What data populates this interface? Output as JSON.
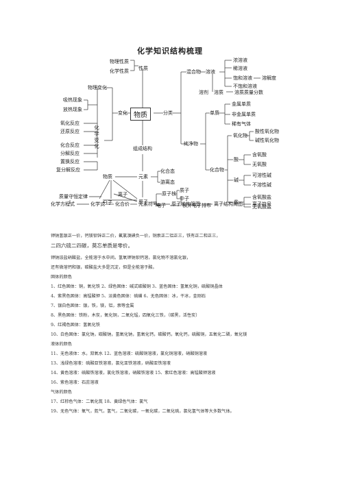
{
  "title": "化学知识结构梳理",
  "diagram": {
    "center": "物质",
    "left_top": [
      "物理性质",
      "化学性质"
    ],
    "property": "性质",
    "change_root": "物理变化",
    "phenomena": [
      "吸热现象",
      "放热现象"
    ],
    "change": "变化",
    "chem_change": "化学变化",
    "reactions": [
      "氧化反应",
      "还原反应",
      "化合反应",
      "分解反应",
      "置换反应",
      "复分解反应"
    ],
    "classify": "分类",
    "mixture": "混合物",
    "solution": "溶液",
    "solution_types": [
      "浓溶液",
      "稀溶液",
      "饱和溶液",
      "不饱和溶液"
    ],
    "solubility": "溶解度",
    "solvent": "溶剂",
    "solute": "溶质",
    "mass_fraction": "溶质质量分数",
    "element_subst": "单质",
    "elem_types": [
      "金属单质",
      "非金属单质",
      "稀有气体"
    ],
    "pure": "纯净物",
    "compound": "化合物",
    "oxide": "氧化物",
    "oxide_types": [
      "酸性氧化物",
      "碱性氧化物"
    ],
    "acid": "酸",
    "acid_types": [
      "含氧酸",
      "无氧酸"
    ],
    "base": "碱",
    "base_types": [
      "可溶性碱",
      "不溶性碱"
    ],
    "salt": "盐",
    "salt_types": [
      "含氧酸盐",
      "无氧酸盐"
    ],
    "structure": "组成结构",
    "element": "元素",
    "elem_states": [
      "化合态",
      "游离态"
    ],
    "substance": "物质",
    "ion": "离子",
    "molecule": "分子",
    "atom": "原子",
    "nucleus": "原子核",
    "nucleons": [
      "质子",
      "中子"
    ],
    "electron": "电子",
    "electron_arr": "核外电子排布",
    "law": "质量守恒定律",
    "bottom_row": [
      "化学方程式",
      "化学式",
      "化合价",
      "元素符号",
      "原子结构简图",
      "离子结构简图",
      "离子符号"
    ]
  },
  "paragraphs": [
    {
      "text": "钾钠氢银正一价，钙镁钡锌正二价，氟氯溴碘负一价，铜汞正二铝正三，铁有正二和正三，",
      "big": false
    },
    {
      "text": "二四六硫二四碳，莫忘单质是零价。",
      "big": true
    },
    {
      "text": "钾钠铵盐硝酸盐，全能溶于水中间。氢氧钾钠钡钙溶，氯化物不溶氯化银，",
      "big": false
    },
    {
      "text": "还有微溶钙和银，碳酸盐大多是沉淀，但是全能溶于酸。",
      "big": false
    },
    {
      "text": "固体的颜色",
      "big": false
    },
    {
      "text": "1、红色固体：铜，氧化铁 2、绿色固体：碱式碳酸铜 3、蓝色固体：氢氧化铜，硫酸铜晶体",
      "big": false
    },
    {
      "text": "4、紫黑色固体：高锰酸钾 5、淡黄色固体：硫磺 6、无色固体：冰，干冰，金刚石",
      "big": false
    },
    {
      "text": "7、银白色固体：银，铁，镁，铝，汞等金属",
      "big": false
    },
    {
      "text": "8、黑色固体：铁粉，木炭，氧化铜，二氧化锰，四氧化三铁，（碳黑，活性炭）",
      "big": false
    },
    {
      "text": "9、红褐色固体：氢氧化铁",
      "big": false
    },
    {
      "text": "10、白色固体：氯化钠，碳酸钠，氢氧化钠，氢氧化钙，碳酸钙，氧化钙，硫酸铜，五氧化二磷，氧化镁",
      "big": false
    },
    {
      "text": "液体的颜色",
      "big": false
    },
    {
      "text": "11、无色液体：水，双氧水 12、蓝色溶液：硫酸铜溶液，氯化铜溶液，硝酸铜溶液",
      "big": false
    },
    {
      "text": "13、浅绿色溶液：硫酸亚铁溶液，氯化亚铁溶液，硝酸亚铁溶液",
      "big": false
    },
    {
      "text": "14、黄色溶液：硫酸铁溶液，氯化铁溶液，硝酸铁溶液 15、紫红色溶液：高锰酸钾溶液",
      "big": false
    },
    {
      "text": "16、紫色溶液：石蕊溶液",
      "big": false
    },
    {
      "text": "气体的颜色",
      "big": false
    },
    {
      "text": "17、红棕色气体：二氧化氮 18、黄绿色气体：氯气",
      "big": false
    },
    {
      "text": "19、无色气体：氧气，氮气，氢气，二氧化碳，一氧化碳，二氧化硫，氯化氢气体等大多数气体。",
      "big": false
    }
  ]
}
